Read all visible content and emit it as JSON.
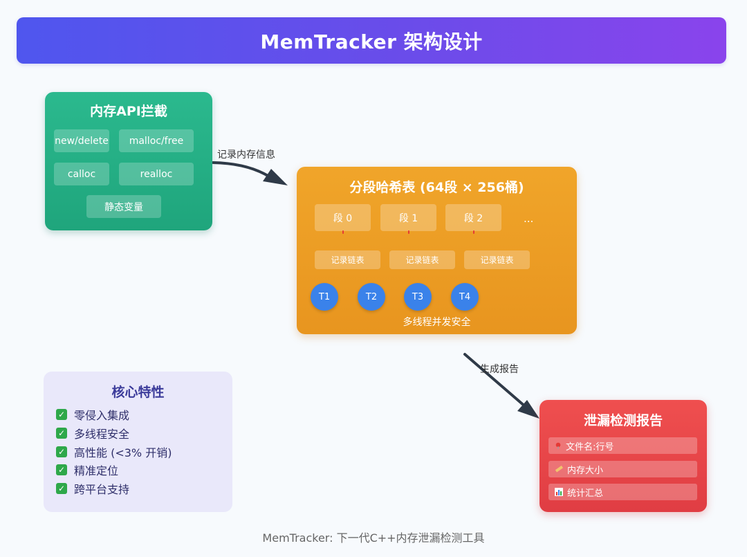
{
  "header": {
    "title": "MemTracker 架构设计"
  },
  "api_box": {
    "title": "内存API拦截",
    "chips": [
      "new/delete",
      "malloc/free",
      "calloc",
      "realloc",
      "静态变量"
    ]
  },
  "edge_record": {
    "label": "记录内存信息"
  },
  "hash_box": {
    "title": "分段哈希表 (64段 × 256桶)",
    "segments": [
      "段 0",
      "段 1",
      "段 2"
    ],
    "ellipsis": "...",
    "chains": [
      "记录链表",
      "记录链表",
      "记录链表"
    ],
    "threads": [
      "T1",
      "T2",
      "T3",
      "T4"
    ],
    "thread_caption": "多线程并发安全"
  },
  "edge_report": {
    "label": "生成报告"
  },
  "features": {
    "title": "核心特性",
    "items": [
      "零侵入集成",
      "多线程安全",
      "高性能 (<3% 开销)",
      "精准定位",
      "跨平台支持"
    ]
  },
  "report_box": {
    "title": "泄漏检测报告",
    "rows": [
      {
        "icon": "pin-icon",
        "label": "文件名:行号"
      },
      {
        "icon": "ruler-icon",
        "label": "内存大小"
      },
      {
        "icon": "chart-icon",
        "label": "统计汇总"
      }
    ]
  },
  "footer": {
    "text": "MemTracker: 下一代C++内存泄漏检测工具"
  },
  "colors": {
    "header_start": "#4f56ee",
    "header_end": "#8a44ec",
    "api_green": "#22ab80",
    "hash_orange": "#ec9c24",
    "thread_blue": "#3a82ea",
    "report_red": "#e64448",
    "feature_bg": "#e9e8fa",
    "check_green": "#2ea84a",
    "arrow": "#2f3a48"
  }
}
